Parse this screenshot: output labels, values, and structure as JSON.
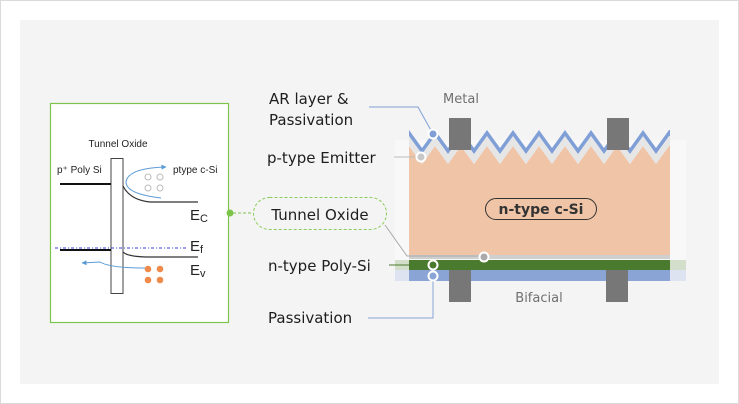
{
  "band_diagram": {
    "title": "Tunnel Oxide",
    "left_label": "p⁺ Poly Si",
    "right_label": "ptype c-Si",
    "levels": {
      "ec_main": "E",
      "ec_sub": "C",
      "ef_main": "E",
      "ef_sub": "f",
      "ev_main": "E",
      "ev_sub": "v"
    }
  },
  "cell": {
    "labels": {
      "ar_line1": "AR layer &",
      "ar_line2": "Passivation",
      "emitter": "p-type Emitter",
      "tunnel_oxide": "Tunnel Oxide",
      "poly_si": "n-type Poly-Si",
      "passivation": "Passivation",
      "substrate": "n-type c-Si",
      "metal": "Metal",
      "bifacial": "Bifacial"
    },
    "colors": {
      "ar_layer": "#7f9fd6",
      "emitter": "#e4e4e4",
      "substrate": "#f0c4a6",
      "poly_si": "#4a7a2e",
      "passivation": "#8aa4d6",
      "metal": "#777777",
      "tunnel_oxide": "#c8c8c8",
      "callout_green": "#7dc44a"
    }
  }
}
